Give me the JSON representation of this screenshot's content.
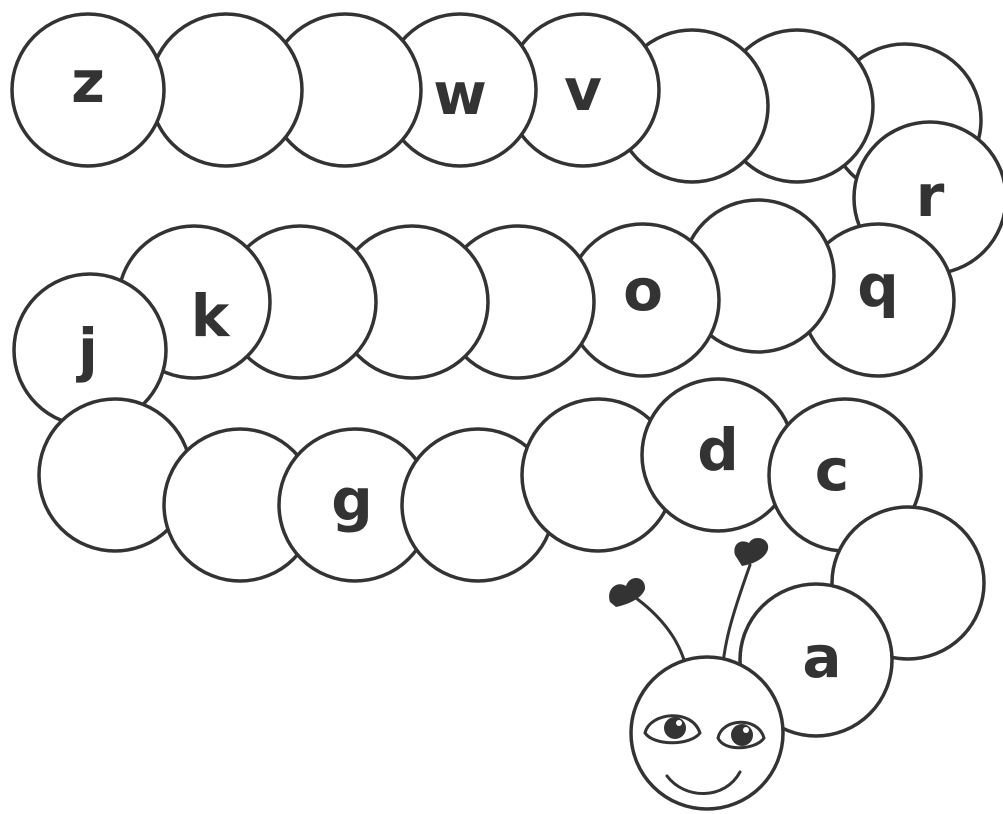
{
  "worksheet": {
    "letters": [
      "z",
      "w",
      "v",
      "r",
      "q",
      "o",
      "k",
      "j",
      "g",
      "d",
      "c",
      "a"
    ]
  }
}
